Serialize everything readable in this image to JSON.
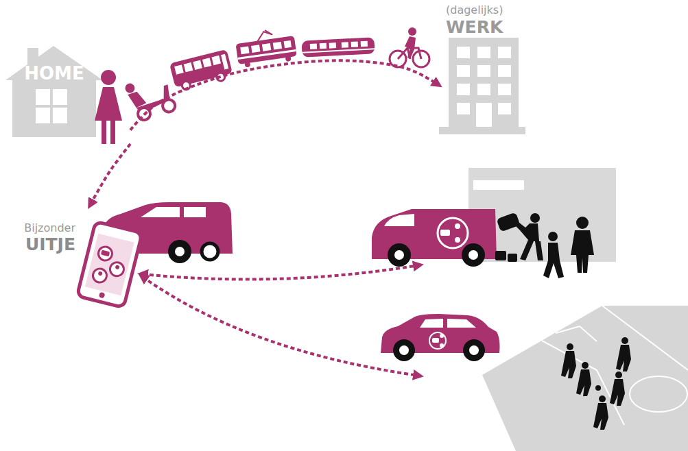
{
  "diagram": {
    "nodes": [
      {
        "text": [
          "HOME"
        ]
      },
      {
        "text": [
          "(dagelijks)",
          "WERK"
        ]
      },
      {
        "text": [
          "Bijzonder",
          "UITJE"
        ]
      }
    ],
    "edges": [
      {
        "from": 0,
        "to": 1,
        "arrow": "to"
      },
      {
        "from": 0,
        "to": 2,
        "arrow": "to"
      }
    ]
  }
}
